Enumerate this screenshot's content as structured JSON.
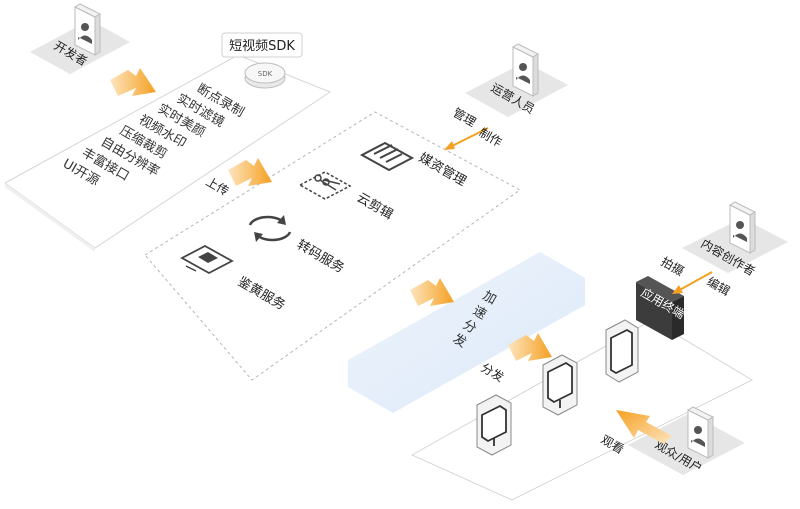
{
  "roles": {
    "developer": "开发者",
    "operator": "运营人员",
    "creator": "内容创作者",
    "viewer": "观众/用户"
  },
  "sdk_panel": {
    "title": "短视频SDK",
    "disk_label": "SDK",
    "features": [
      "断点录制",
      "实时滤镜",
      "实时美颜",
      "视频水印",
      "压缩裁剪",
      "自由分辨率",
      "丰富接口",
      "UI开源"
    ]
  },
  "cloud_services": {
    "media_management": "媒资管理",
    "cloud_editing": "云剪辑",
    "transcoding": "转码服务",
    "content_moderation": "鉴黄服务"
  },
  "flow_labels": {
    "upload": "上传",
    "manage": "管理",
    "produce": "制作",
    "shoot": "拍摄",
    "edit": "编辑",
    "distribute": "分发",
    "watch": "观看"
  },
  "acceleration": "加速分发",
  "terminal_label": "应用终端",
  "colors": {
    "arrow_orange": "#f5a022",
    "arrow_light": "#fbd59a",
    "accel_band": "#e7f0fb",
    "terminal_bg": "#3c3c3c",
    "outline_gray": "#bfbfbf",
    "role_plate": "#e6e6e6"
  }
}
